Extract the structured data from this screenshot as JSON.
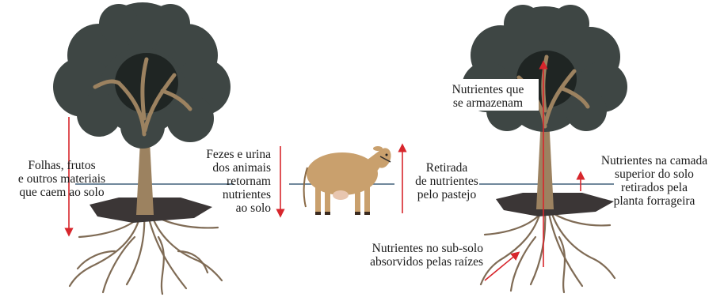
{
  "labels": {
    "folhas": "Folhas, frutos\ne outros materiais\nque caem ao solo",
    "fezes": "Fezes e urina\ndos animais\nretornam\nnutrientes\nao solo",
    "retirada": "Retirada\nde nutrientes\npelo pastejo",
    "armazenam": "Nutrientes que\nse armazenam",
    "camada": "Nutrientes na camada\nsuperior do solo\nretirados pela\nplanta forrageira",
    "subsolo": "Nutrientes no sub-solo\nabsorvidos pelas raízes"
  },
  "colors": {
    "arrow": "#d7262c",
    "foliage": "#3e4644",
    "foliage_shadow": "#1f2523",
    "trunk": "#9c8260",
    "soil": "#3b3636",
    "roots": "#7f6b55",
    "ground_line": "#41607a",
    "cow": "#c9a06d"
  }
}
